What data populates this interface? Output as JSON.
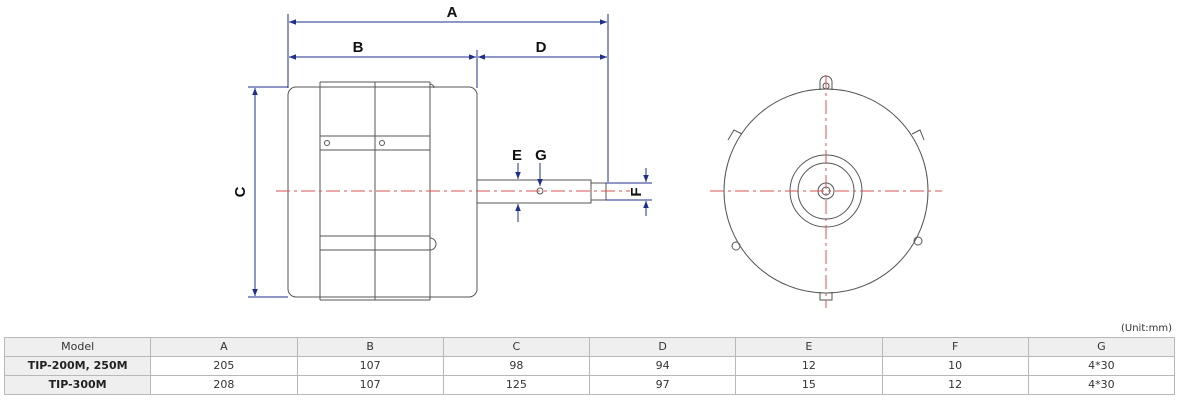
{
  "drawing": {
    "dimension_labels": [
      "A",
      "B",
      "C",
      "D",
      "E",
      "F",
      "G"
    ]
  },
  "unit_note": "(Unit:mm)",
  "table": {
    "headers": [
      "Model",
      "A",
      "B",
      "C",
      "D",
      "E",
      "F",
      "G"
    ],
    "rows": [
      [
        "TIP-200M, 250M",
        "205",
        "107",
        "98",
        "94",
        "12",
        "10",
        "4*30"
      ],
      [
        "TIP-300M",
        "208",
        "107",
        "125",
        "97",
        "15",
        "12",
        "4*30"
      ]
    ]
  },
  "colors": {
    "dimension_line": "#1f2f8f",
    "center_line": "#d9534f",
    "outline": "#555555"
  }
}
